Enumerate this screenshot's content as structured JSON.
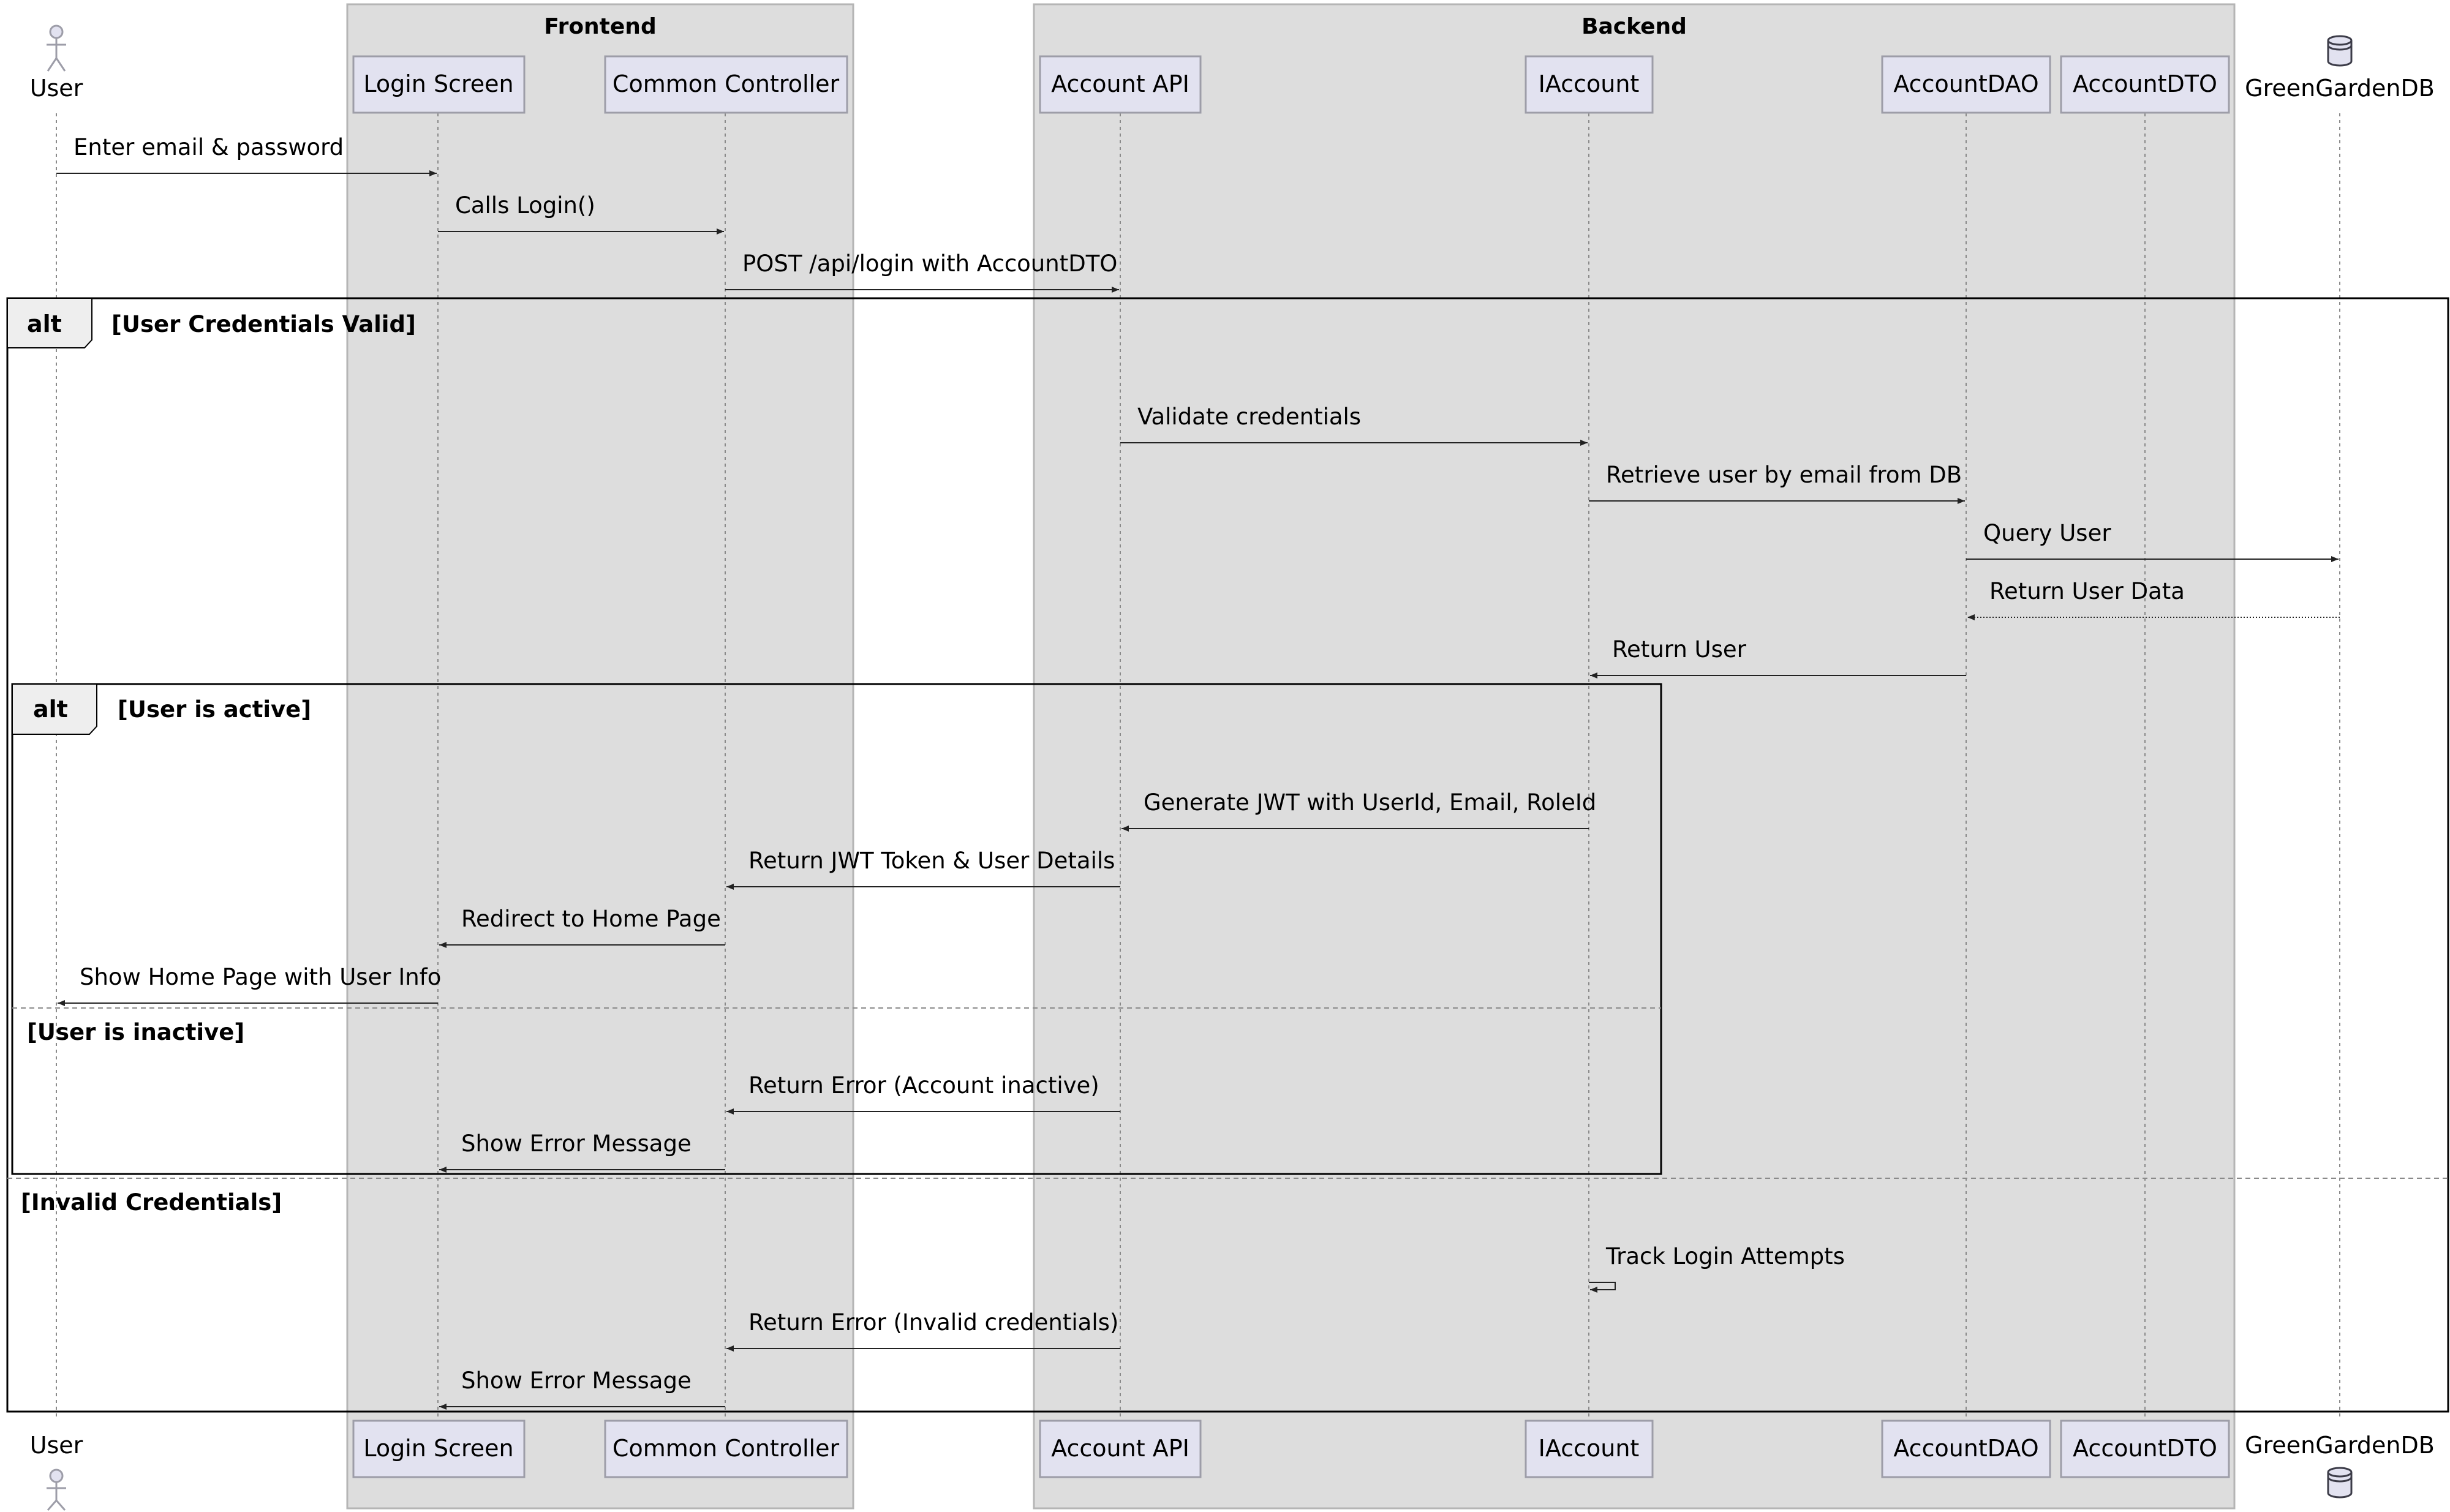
{
  "diagram": {
    "kind": "sequence",
    "colors": {
      "box_fill": "#dddddd",
      "box_stroke": "#b5b5b5",
      "participant_fill": "#e2e2f0",
      "participant_stroke": "#9d9da8",
      "lifeline": "#8a8a8a",
      "arrow": "#222222",
      "fragment_stroke": "#000000",
      "fragment_tab": "#eeeeee"
    },
    "boxes": [
      {
        "id": "frontend",
        "title": "Frontend"
      },
      {
        "id": "backend",
        "title": "Backend"
      }
    ],
    "participants": [
      {
        "id": "user",
        "label": "User",
        "shape": "actor",
        "icon": "actor-icon"
      },
      {
        "id": "login",
        "label": "Login Screen",
        "shape": "participant",
        "box": "frontend"
      },
      {
        "id": "controller",
        "label": "Common Controller",
        "shape": "participant",
        "box": "frontend"
      },
      {
        "id": "api",
        "label": "Account API",
        "shape": "participant",
        "box": "backend"
      },
      {
        "id": "iaccount",
        "label": "IAccount",
        "shape": "participant",
        "box": "backend"
      },
      {
        "id": "dao",
        "label": "AccountDAO",
        "shape": "participant",
        "box": "backend"
      },
      {
        "id": "dto",
        "label": "AccountDTO",
        "shape": "participant",
        "box": "backend"
      },
      {
        "id": "db",
        "label": "GreenGardenDB",
        "shape": "database",
        "icon": "database-icon"
      }
    ],
    "messages": [
      {
        "from": "user",
        "to": "login",
        "label": "Enter email & password",
        "style": "solid"
      },
      {
        "from": "login",
        "to": "controller",
        "label": "Calls Login()",
        "style": "solid"
      },
      {
        "from": "controller",
        "to": "api",
        "label": "POST /api/login with AccountDTO",
        "style": "solid"
      },
      {
        "from": "api",
        "to": "iaccount",
        "label": "Validate credentials",
        "style": "solid"
      },
      {
        "from": "iaccount",
        "to": "dao",
        "label": "Retrieve user by email from DB",
        "style": "solid"
      },
      {
        "from": "dao",
        "to": "db",
        "label": "Query User",
        "style": "solid"
      },
      {
        "from": "db",
        "to": "dao",
        "label": "Return User Data",
        "style": "dotted"
      },
      {
        "from": "dao",
        "to": "iaccount",
        "label": "Return User",
        "style": "solid"
      },
      {
        "from": "iaccount",
        "to": "api",
        "label": "Generate JWT with UserId, Email, RoleId",
        "style": "solid"
      },
      {
        "from": "api",
        "to": "controller",
        "label": "Return JWT Token & User Details",
        "style": "solid"
      },
      {
        "from": "controller",
        "to": "login",
        "label": "Redirect to Home Page",
        "style": "solid"
      },
      {
        "from": "login",
        "to": "user",
        "label": "Show Home Page with User Info",
        "style": "solid"
      },
      {
        "from": "api",
        "to": "controller",
        "label": "Return Error (Account inactive)",
        "style": "solid"
      },
      {
        "from": "controller",
        "to": "login",
        "label": "Show Error Message",
        "style": "solid"
      },
      {
        "from": "iaccount",
        "to": "iaccount",
        "label": "Track Login Attempts",
        "style": "self"
      },
      {
        "from": "api",
        "to": "controller",
        "label": "Return Error (Invalid credentials)",
        "style": "solid"
      },
      {
        "from": "controller",
        "to": "login",
        "label": "Show Error Message",
        "style": "solid"
      }
    ],
    "fragments": [
      {
        "id": "outer",
        "operator": "alt",
        "guards": [
          "[User Credentials Valid]",
          "[Invalid Credentials]"
        ]
      },
      {
        "id": "inner",
        "operator": "alt",
        "guards": [
          "[User is active]",
          "[User is inactive]"
        ]
      }
    ]
  }
}
